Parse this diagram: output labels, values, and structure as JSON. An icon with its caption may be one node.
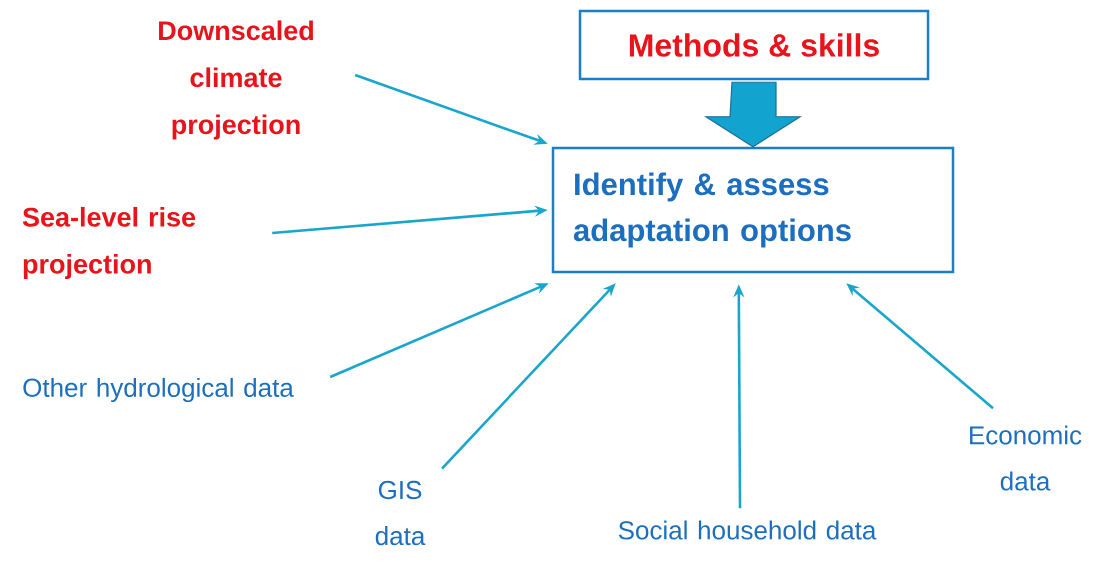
{
  "diagram": {
    "nodes": [
      {
        "text": [
          "Methods & skills"
        ]
      },
      {
        "text": [
          "Identify & assess adaptation options"
        ]
      },
      {
        "text": [
          "Downscaled climate projection"
        ]
      },
      {
        "text": [
          "Sea-level rise projection"
        ]
      },
      {
        "text": [
          "Other hydrological data"
        ]
      },
      {
        "text": [
          "GIS data"
        ]
      },
      {
        "text": [
          "Social household data"
        ]
      },
      {
        "text": [
          "Economic data"
        ]
      }
    ],
    "edges": [
      {
        "from": 0,
        "to": 1,
        "arrow": "to",
        "style": "thick"
      },
      {
        "from": 2,
        "to": 1,
        "arrow": "to"
      },
      {
        "from": 3,
        "to": 1,
        "arrow": "to"
      },
      {
        "from": 4,
        "to": 1,
        "arrow": "to"
      },
      {
        "from": 5,
        "to": 1,
        "arrow": "to"
      },
      {
        "from": 6,
        "to": 1,
        "arrow": "to"
      },
      {
        "from": 7,
        "to": 1,
        "arrow": "to"
      }
    ]
  }
}
